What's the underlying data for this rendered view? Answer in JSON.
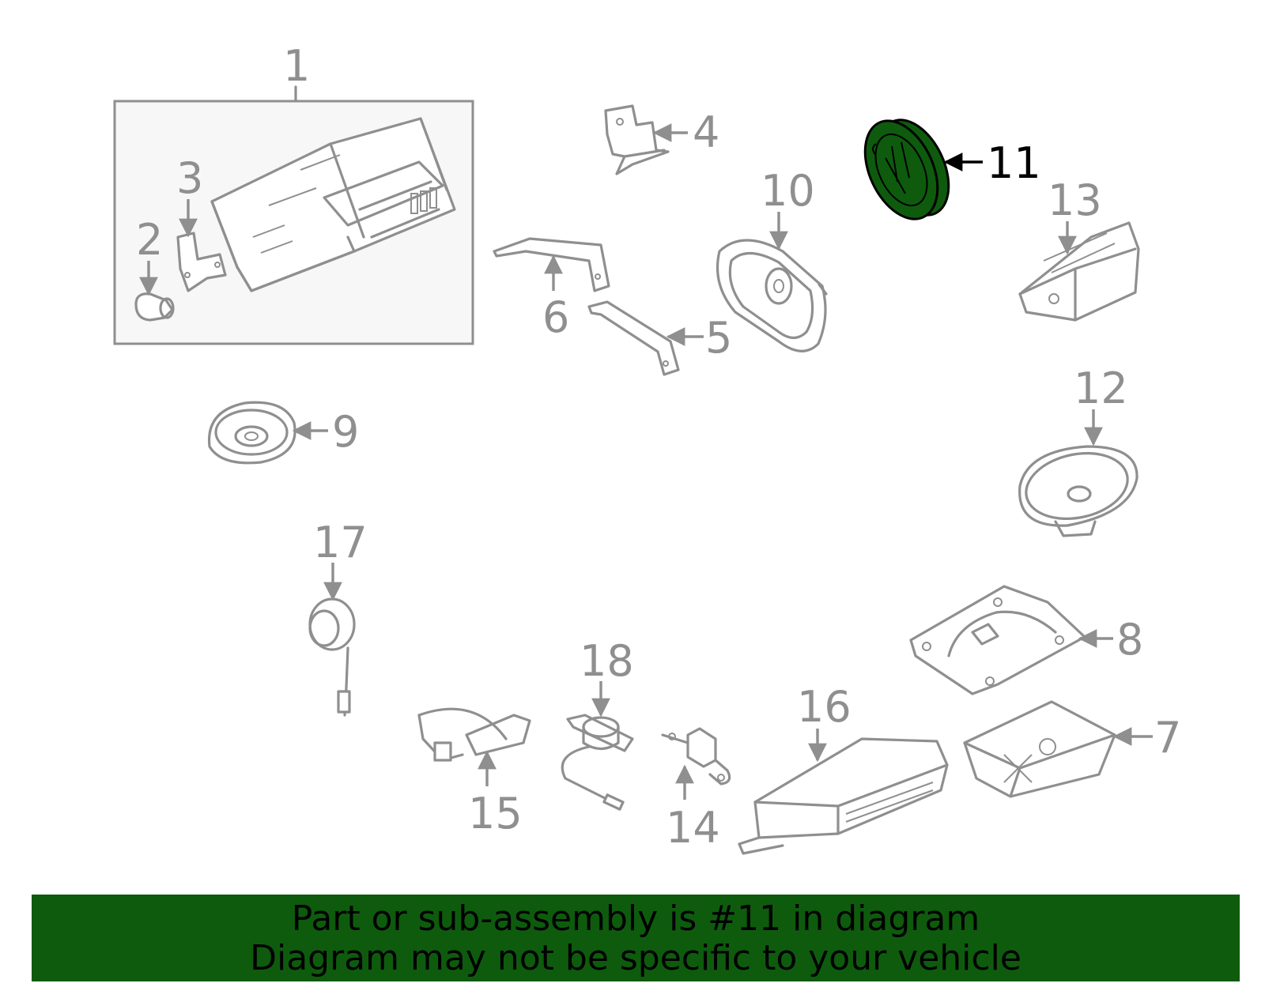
{
  "diagram": {
    "highlight_color": "#0e5b0e",
    "highlighted_part": "11",
    "callouts": [
      {
        "id": "c1",
        "label": "1"
      },
      {
        "id": "c2",
        "label": "2"
      },
      {
        "id": "c3",
        "label": "3"
      },
      {
        "id": "c4",
        "label": "4"
      },
      {
        "id": "c5",
        "label": "5"
      },
      {
        "id": "c6",
        "label": "6"
      },
      {
        "id": "c7",
        "label": "7"
      },
      {
        "id": "c8",
        "label": "8"
      },
      {
        "id": "c9",
        "label": "9"
      },
      {
        "id": "c10",
        "label": "10"
      },
      {
        "id": "c11",
        "label": "11"
      },
      {
        "id": "c12",
        "label": "12"
      },
      {
        "id": "c13",
        "label": "13"
      },
      {
        "id": "c14",
        "label": "14"
      },
      {
        "id": "c15",
        "label": "15"
      },
      {
        "id": "c16",
        "label": "16"
      },
      {
        "id": "c17",
        "label": "17"
      },
      {
        "id": "c18",
        "label": "18"
      }
    ]
  },
  "banner": {
    "line1": "Part or sub-assembly is #11 in diagram",
    "line2": "Diagram may not be specific to your vehicle",
    "background": "#0e5b0e"
  }
}
